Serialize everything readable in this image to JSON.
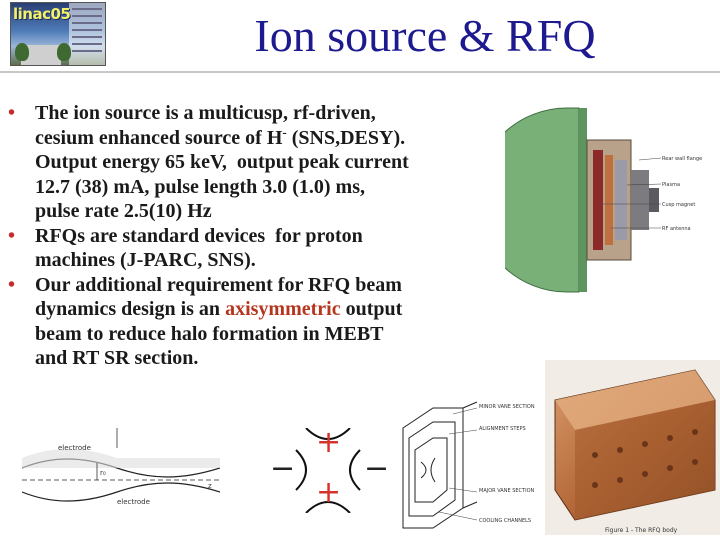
{
  "slide": {
    "logo_text": "linac05",
    "title": "Ion source & RFQ",
    "bullets": [
      {
        "segments": [
          {
            "text": "The ion source is a multicusp, rf-driven,"
          },
          {
            "text": "\ncesium enhanced source of H"
          },
          {
            "text": "-",
            "sup": true
          },
          {
            "text": " (SNS,DESY)."
          },
          {
            "text": "\nOutput energy 65 keV,  output peak current"
          },
          {
            "text": "\n12.7 (38) mA, pulse length 3.0 (1.0) ms,"
          },
          {
            "text": "\npulse rate 2.5(10) Hz"
          }
        ]
      },
      {
        "segments": [
          {
            "text": "RFQs are standard devices  for proton"
          },
          {
            "text": "\nmachines (J-PARC, SNS)."
          }
        ]
      },
      {
        "segments": [
          {
            "text": "Our additional requirement for RFQ beam"
          },
          {
            "text": "\ndynamics design is an "
          },
          {
            "text": "axisymmetric",
            "highlight": true
          },
          {
            "text": " output"
          },
          {
            "text": "\nbeam to reduce halo formation in MEBT"
          },
          {
            "text": "\nand RT SR section."
          }
        ]
      }
    ]
  },
  "figures": {
    "ion_source_labels": [
      "Rear wall flange",
      "Plasma",
      "Cusp magnet",
      "RF antenna"
    ],
    "electrode_labels": [
      "electrode",
      "r₀",
      "electrode",
      "z"
    ],
    "quad_signs": [
      "+",
      "−",
      "−",
      "+"
    ],
    "vane_labels": [
      "MINOR VANE SECTION",
      "ALIGNMENT STEPS",
      "MAJOR VANE SECTION",
      "COOLING CHANNELS"
    ],
    "rfq_caption": "Figure 1 - The RFQ body"
  },
  "colors": {
    "title": "#1d1a8f",
    "bullet": "#c62a2a",
    "highlight": "#b5361e",
    "copper": "#b56a3a"
  }
}
